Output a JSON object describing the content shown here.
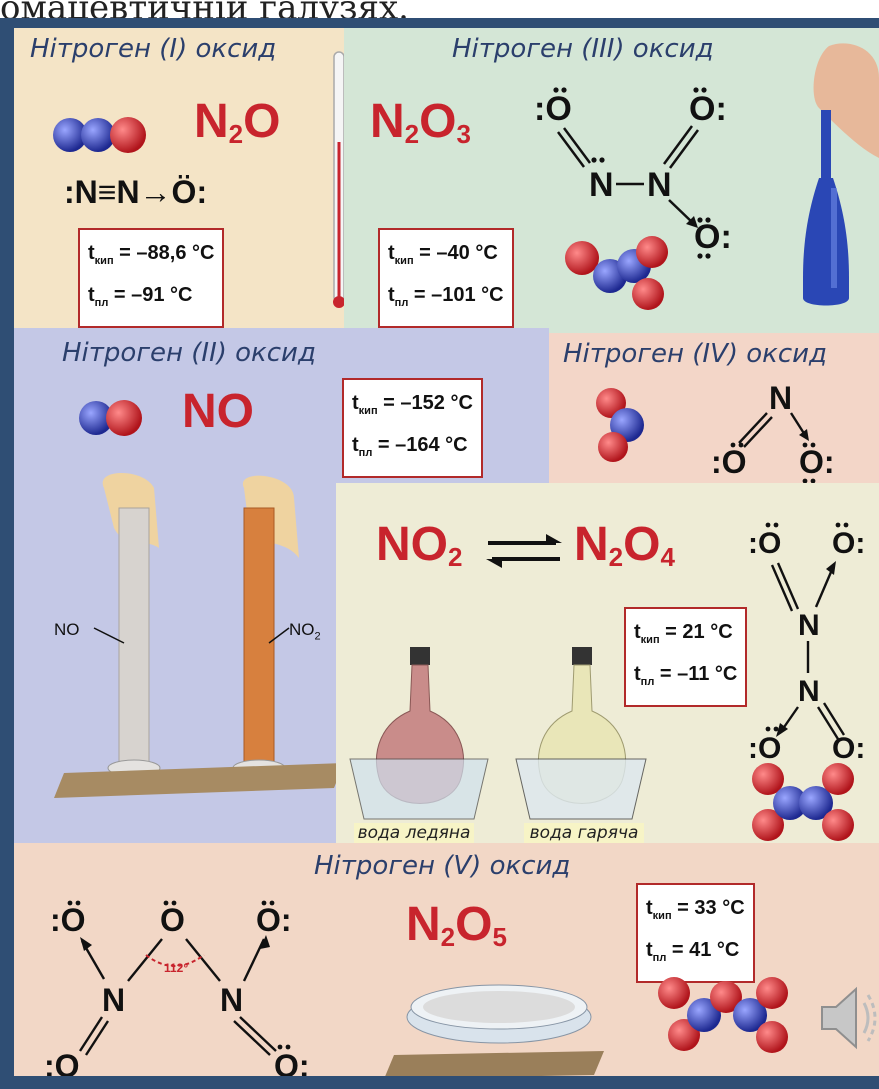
{
  "caption": "омацевтичній галузях.",
  "n2o": {
    "title": "Нітроген (І) оксид",
    "formula_main": "N",
    "formula_sub": "2",
    "formula_tail": "O",
    "structure": ":N≡N→Ö:",
    "tkip": "= –88,6 °C",
    "tpl": "= –91 °C"
  },
  "n2o3": {
    "title": "Нітроген (ІІІ) оксид",
    "formula_main": "N",
    "formula_sub": "2",
    "formula_tail": "O",
    "formula_sub2": "3",
    "tkip": "= –40 °C",
    "tpl": "= –101 °C"
  },
  "no": {
    "title": "Нітроген (ІІ) оксид",
    "formula": "NO",
    "tkip": "= –152 °C",
    "tpl": "= –164 °C",
    "tube_left": "NO",
    "tube_right_main": "NO",
    "tube_right_sub": "2"
  },
  "no2": {
    "title": "Нітроген (IV) оксид"
  },
  "equilibrium": {
    "left_main": "NO",
    "left_sub": "2",
    "right_main": "N",
    "right_sub": "2",
    "right_tail": "O",
    "right_sub2": "4",
    "tkip": "= 21 °C",
    "tpl": "= –11 °C",
    "cold_label": "вода ледяна",
    "hot_label": "вода гаряча"
  },
  "n2o5": {
    "title": "Нітроген (V) оксид",
    "formula_main": "N",
    "formula_sub": "2",
    "formula_tail": "O",
    "formula_sub2": "5",
    "angle": "112°",
    "tkip": "= 33 °C",
    "tpl": "= 41 °C"
  },
  "temp_labels": {
    "t": "t",
    "kip": "кип",
    "pl": "пл"
  },
  "colors": {
    "red": "#c8242d",
    "title_blue": "#2b3f6c",
    "nitrogen_blue": "#2b3aa5",
    "oxygen_red": "#d8262c"
  },
  "icons": [
    "speaker-icon"
  ]
}
